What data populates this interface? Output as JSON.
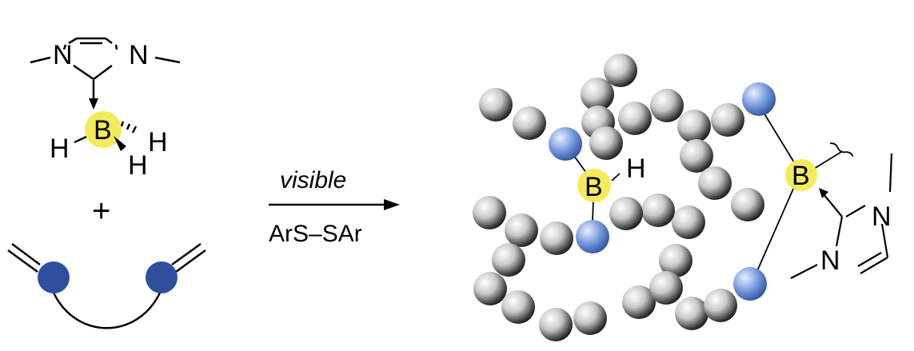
{
  "reactant": {
    "nhc_left_n": "N",
    "nhc_right_n": "N",
    "boron": "B",
    "h_left": "H",
    "h_right": "H",
    "h_bottom": "H"
  },
  "plus": "+",
  "arrow": {
    "condition_top": "visible",
    "condition_bottom": "ArS–SAr"
  },
  "product": {
    "boron_center": "B",
    "boron_center_h": "H",
    "boron_right": "B",
    "nhc_top_n": "N",
    "nhc_bottom_n": "N"
  },
  "colors": {
    "boron_highlight": "#f5ea5a",
    "crosslink_bead": "#6b8fd6",
    "monomer_bead": "#2f4e9e",
    "polymer_bead": "#d4d4d4"
  }
}
